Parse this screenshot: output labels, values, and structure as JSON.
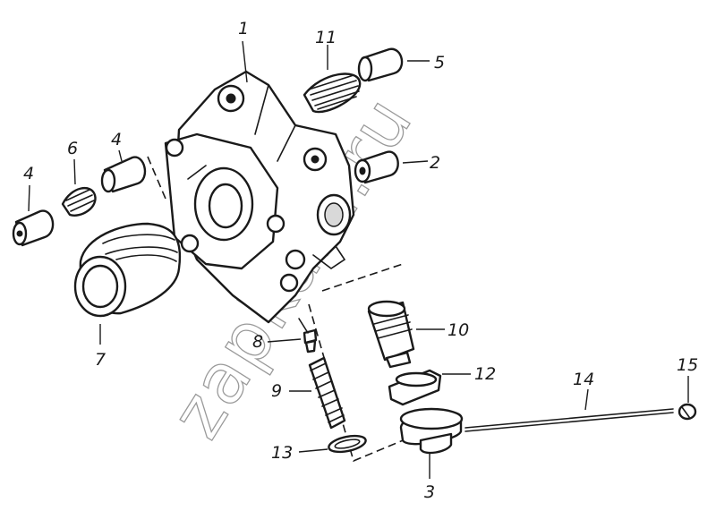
{
  "watermark": "zapkam.ru",
  "callouts": {
    "c1": "1",
    "c2": "2",
    "c3": "3",
    "c4a": "4",
    "c4b": "4",
    "c5": "5",
    "c6": "6",
    "c7": "7",
    "c8": "8",
    "c9": "9",
    "c10": "10",
    "c11": "11",
    "c12": "12",
    "c13": "13",
    "c14": "14",
    "c15": "15"
  },
  "colors": {
    "ink": "#1a1a1a",
    "watermark": "#9a9a9a",
    "background": "#ffffff"
  }
}
